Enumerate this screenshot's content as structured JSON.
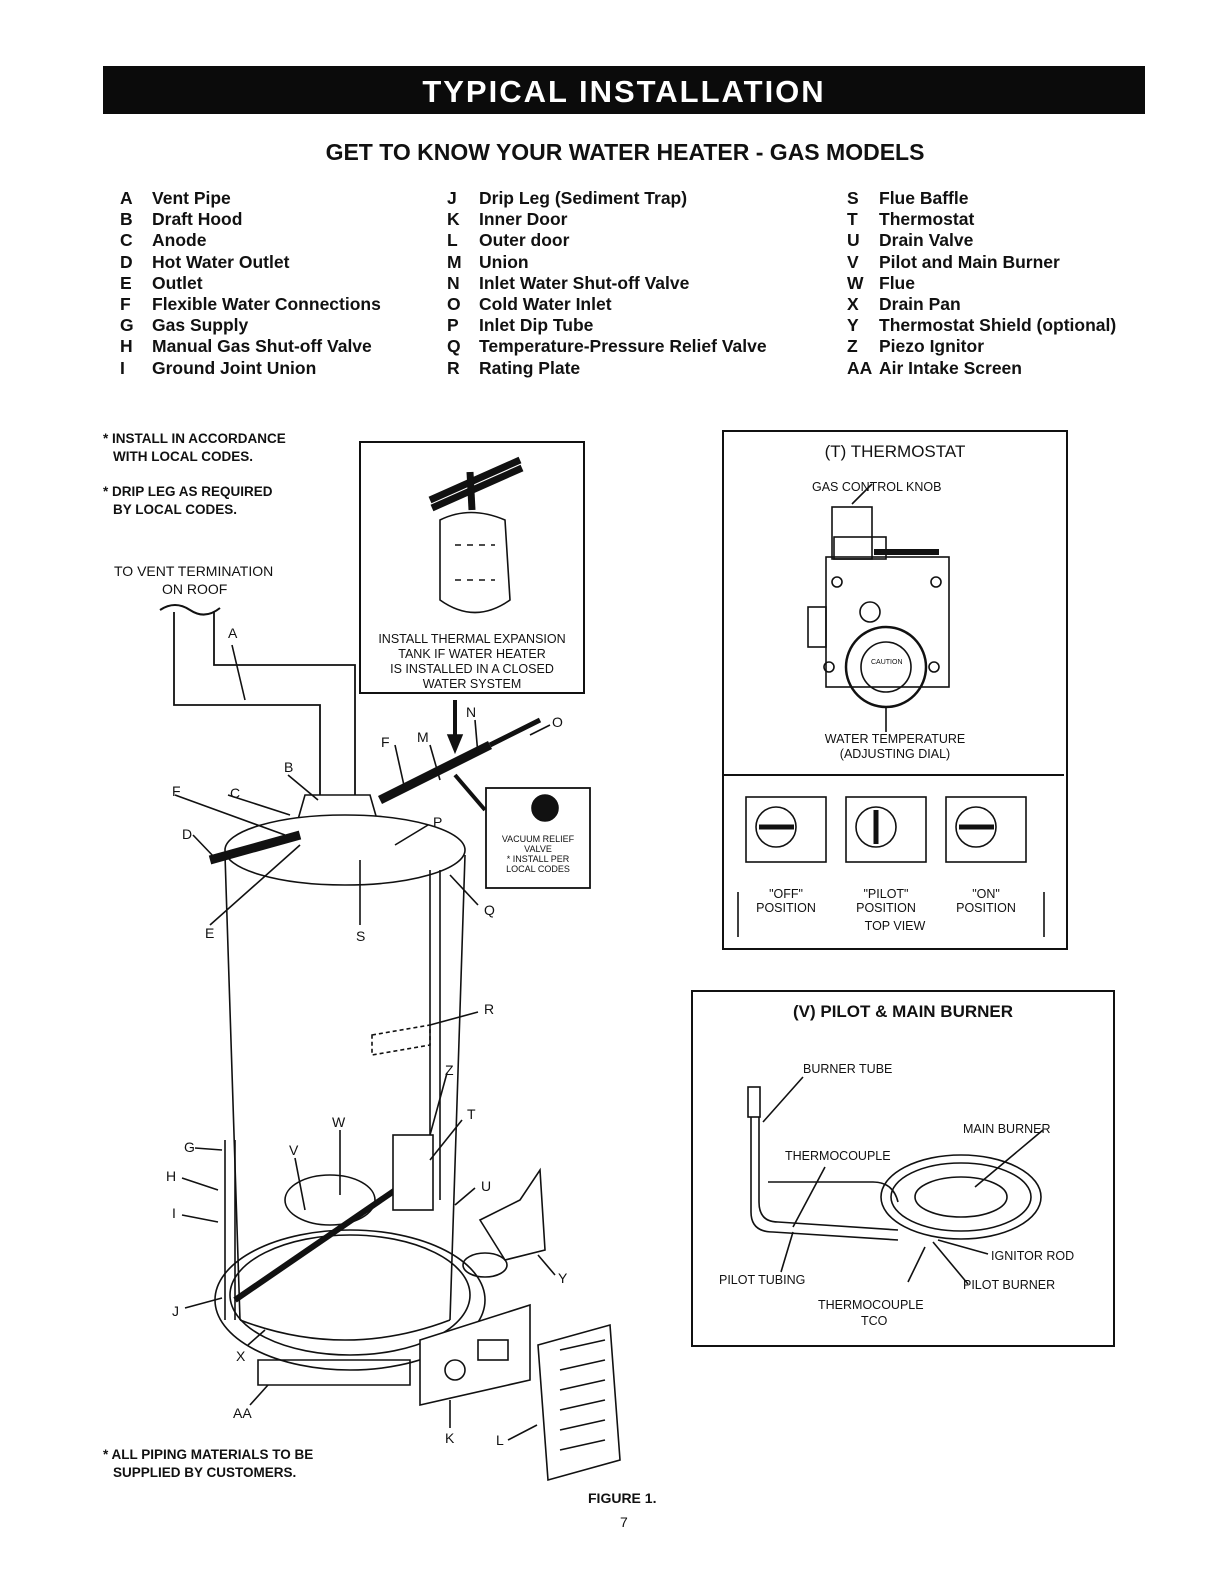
{
  "banner": {
    "title": "TYPICAL INSTALLATION"
  },
  "subtitle": "GET TO KNOW YOUR WATER HEATER - GAS MODELS",
  "legend_col1": [
    {
      "key": "A",
      "text": "Vent Pipe"
    },
    {
      "key": "B",
      "text": "Draft Hood"
    },
    {
      "key": "C",
      "text": "Anode"
    },
    {
      "key": "D",
      "text": "Hot Water Outlet"
    },
    {
      "key": "E",
      "text": "Outlet"
    },
    {
      "key": "F",
      "text": "Flexible Water Connections"
    },
    {
      "key": "G",
      "text": "Gas Supply"
    },
    {
      "key": "H",
      "text": "Manual Gas Shut-off Valve"
    },
    {
      "key": "I",
      "text": "Ground Joint Union"
    }
  ],
  "legend_col2": [
    {
      "key": "J",
      "text": "Drip Leg (Sediment Trap)"
    },
    {
      "key": "K",
      "text": "Inner Door"
    },
    {
      "key": "L",
      "text": "Outer door"
    },
    {
      "key": "M",
      "text": "Union"
    },
    {
      "key": "N",
      "text": "Inlet Water Shut-off Valve"
    },
    {
      "key": "O",
      "text": "Cold Water Inlet"
    },
    {
      "key": "P",
      "text": "Inlet Dip Tube"
    },
    {
      "key": "Q",
      "text": "Temperature-Pressure Relief Valve"
    },
    {
      "key": "R",
      "text": "Rating Plate"
    }
  ],
  "legend_col3": [
    {
      "key": "S",
      "text": "Flue Baffle"
    },
    {
      "key": "T",
      "text": "Thermostat"
    },
    {
      "key": "U",
      "text": "Drain Valve"
    },
    {
      "key": "V",
      "text": "Pilot and Main Burner"
    },
    {
      "key": "W",
      "text": "Flue"
    },
    {
      "key": "X",
      "text": "Drain Pan"
    },
    {
      "key": "Y",
      "text": "Thermostat Shield (optional)"
    },
    {
      "key": "Z",
      "text": "Piezo Ignitor"
    },
    {
      "key": "AA",
      "text": "Air Intake Screen"
    }
  ],
  "notes": {
    "install_1": "* INSTALL IN ACCORDANCE",
    "install_2": "WITH LOCAL CODES.",
    "drip_1": "* DRIP LEG AS REQUIRED",
    "drip_2": "BY LOCAL CODES.",
    "vent_1": "TO VENT TERMINATION",
    "vent_2": "ON ROOF",
    "piping_1": "* ALL PIPING MATERIALS TO BE",
    "piping_2": "SUPPLIED BY CUSTOMERS."
  },
  "expansion_tank": {
    "line1": "INSTALL THERMAL EXPANSION",
    "line2": "TANK IF WATER HEATER",
    "line3": "IS INSTALLED IN A CLOSED",
    "line4": "WATER SYSTEM"
  },
  "vacuum_relief": {
    "line1": "VACUUM RELIEF",
    "line2": "VALVE",
    "line3": "* INSTALL PER",
    "line4": "LOCAL CODES"
  },
  "callouts": {
    "A": "A",
    "B": "B",
    "C": "C",
    "D": "D",
    "E": "E",
    "F": "F",
    "G": "G",
    "H": "H",
    "I": "I",
    "J": "J",
    "K": "K",
    "L": "L",
    "M": "M",
    "N": "N",
    "O": "O",
    "P": "P",
    "Q": "Q",
    "R": "R",
    "S": "S",
    "T": "T",
    "U": "U",
    "V": "V",
    "W": "W",
    "X": "X",
    "Y": "Y",
    "Z": "Z",
    "AA": "AA"
  },
  "thermostat_box": {
    "title": "(T) THERMOSTAT",
    "gas_control_knob": "GAS CONTROL KNOB",
    "water_temp_1": "WATER TEMPERATURE",
    "water_temp_2": "(ADJUSTING DIAL)",
    "caution": "CAUTION",
    "off_1": "\"OFF\"",
    "off_2": "POSITION",
    "pilot_1": "\"PILOT\"",
    "pilot_2": "POSITION",
    "on_1": "\"ON\"",
    "on_2": "POSITION",
    "top_view": "TOP VIEW"
  },
  "burner_box": {
    "title": "(V) PILOT & MAIN BURNER",
    "burner_tube": "BURNER TUBE",
    "main_burner": "MAIN BURNER",
    "thermocouple": "THERMOCOUPLE",
    "ignitor_rod": "IGNITOR ROD",
    "pilot_tubing": "PILOT TUBING",
    "pilot_burner": "PILOT BURNER",
    "thermocouple_2": "THERMOCOUPLE",
    "tco": "TCO"
  },
  "figure_caption": "FIGURE 1.",
  "page_number": "7"
}
